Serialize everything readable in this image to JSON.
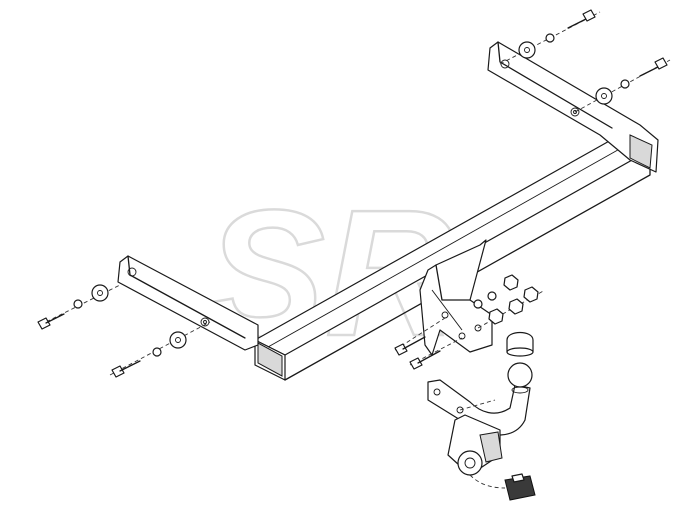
{
  "watermark": {
    "text": "SR"
  },
  "colors": {
    "line": "#1a1a1a",
    "background": "#ffffff",
    "watermark": "#c9c9c9"
  },
  "parts": [
    {
      "name": "crossbar-tube"
    },
    {
      "name": "left-mounting-bracket"
    },
    {
      "name": "right-mounting-bracket"
    },
    {
      "name": "center-mounting-plate"
    },
    {
      "name": "tow-ball-neck"
    },
    {
      "name": "tow-ball"
    },
    {
      "name": "ball-cap"
    },
    {
      "name": "electrical-socket-plate"
    },
    {
      "name": "wiring-connector"
    },
    {
      "name": "bolt-washer-nut-sets"
    }
  ]
}
